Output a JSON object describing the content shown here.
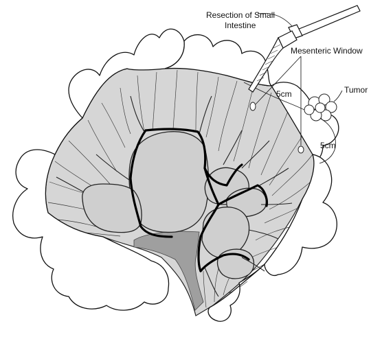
{
  "labels": {
    "resection_line1": "Resection of Small",
    "resection_line2": "Intestine",
    "mesenteric_window": "Mesenteric Window",
    "tumor": "Tumor",
    "margin_proximal": "5cm",
    "margin_distal": "5cm"
  },
  "colors": {
    "background": "#ffffff",
    "mesentery_fill": "#d6d6d6",
    "mesentery_root": "#9f9f9f",
    "outline": "#111111"
  }
}
